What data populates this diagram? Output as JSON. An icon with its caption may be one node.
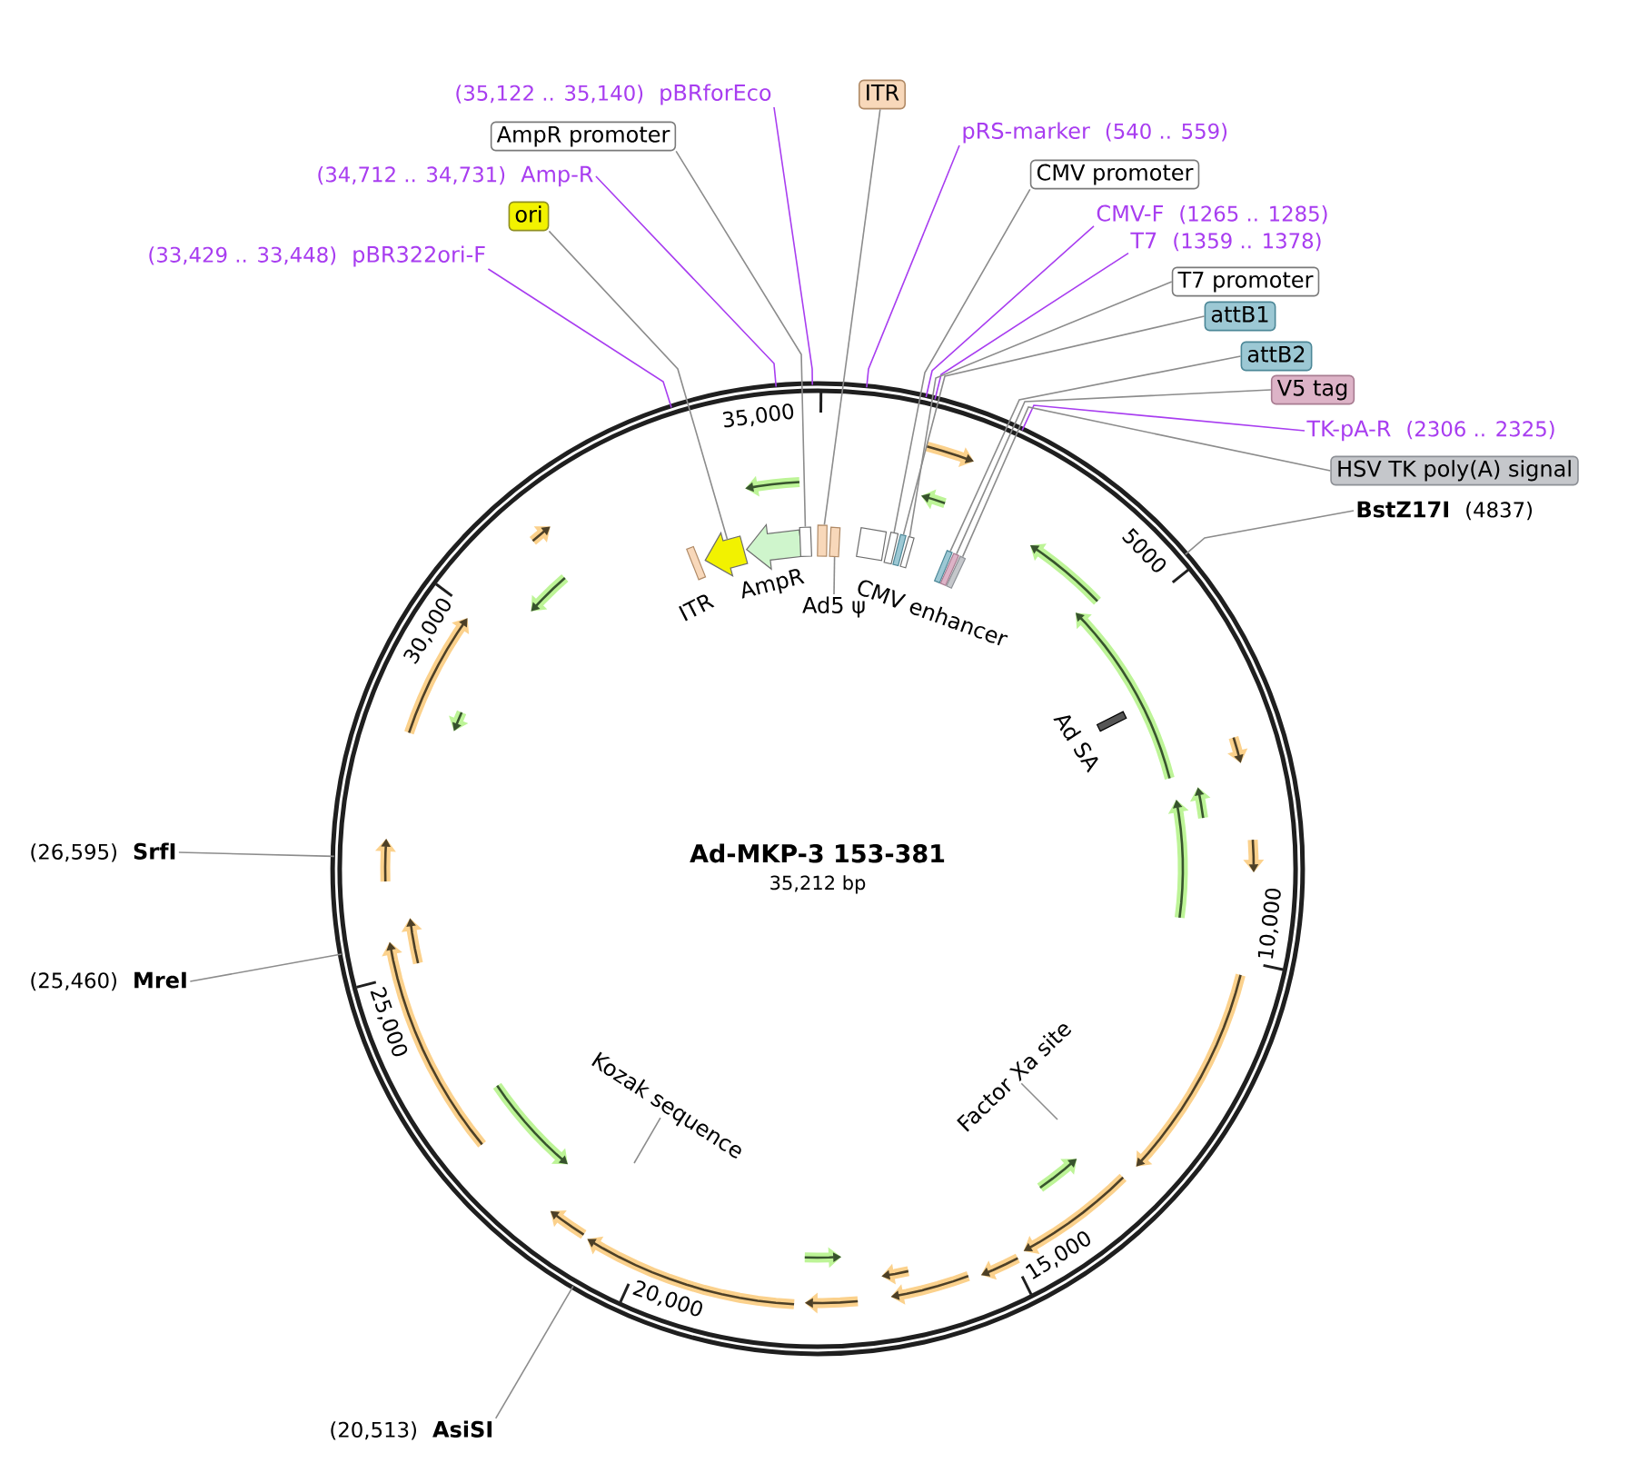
{
  "diagram": {
    "nodes": [
      {
        "text": [
          "Ad-MKP-3 153-381",
          "35,212 bp"
        ]
      },
      {
        "text": [
          "(35,122 .. 35,140)",
          "pBRforEco"
        ]
      },
      {
        "text": [
          "ITR"
        ]
      },
      {
        "text": [
          "AmpR promoter"
        ]
      },
      {
        "text": [
          "pRS-marker",
          "(540 .. 559)"
        ]
      },
      {
        "text": [
          "CMV promoter"
        ]
      },
      {
        "text": [
          "(34,712 .. 34,731)",
          "Amp-R"
        ]
      },
      {
        "text": [
          "CMV-F",
          "(1265 .. 1285)"
        ]
      },
      {
        "text": [
          "ori"
        ]
      },
      {
        "text": [
          "T7",
          "(1359 .. 1378)"
        ]
      },
      {
        "text": [
          "(33,429 .. 33,448)",
          "pBR322ori-F"
        ]
      },
      {
        "text": [
          "T7 promoter"
        ]
      },
      {
        "text": [
          "attB1"
        ]
      },
      {
        "text": [
          "attB2"
        ]
      },
      {
        "text": [
          "V5 tag"
        ]
      },
      {
        "text": [
          "TK-pA-R",
          "(2306 .. 2325)"
        ]
      },
      {
        "text": [
          "HSV TK poly(A) signal"
        ]
      },
      {
        "text": [
          "BstZ17I",
          "(4837)"
        ]
      },
      {
        "text": [
          "ITR"
        ],
        "in": 0
      },
      {
        "text": [],
        "shape": "arrow",
        "in": 0
      },
      {
        "text": [
          "AmpR"
        ],
        "in": 0
      },
      {
        "text": [],
        "shape": "box",
        "in": 0
      },
      {
        "text": [],
        "shape": "box",
        "in": 0
      },
      {
        "text": [],
        "shape": "box",
        "in": 0
      },
      {
        "text": [
          "CMV enhancer"
        ],
        "in": 0
      },
      {
        "text": [],
        "shape": "box",
        "in": 0
      },
      {
        "text": [],
        "shape": "box",
        "in": 0
      },
      {
        "text": [],
        "shape": "box",
        "in": 0
      },
      {
        "text": [],
        "shape": "box",
        "in": 0
      },
      {
        "text": [],
        "shape": "box",
        "in": 0
      },
      {
        "text": [],
        "shape": "box",
        "in": 0
      },
      {
        "text": [
          "Ad5 ψ"
        ],
        "in": 0
      },
      {
        "text": [
          "Ad SA"
        ],
        "in": 0
      },
      {
        "text": [
          "Kozak sequence"
        ],
        "in": 0
      },
      {
        "text": [
          "Factor Xa site"
        ],
        "in": 0
      },
      {
        "text": [
          "(26,595)",
          "SrfI"
        ]
      },
      {
        "text": [
          "(25,460)",
          "MreI"
        ]
      },
      {
        "text": [
          "(20,513)",
          "AsiSI"
        ]
      }
    ],
    "edges": [
      {
        "from": 1,
        "to": 0,
        "arrow": "none",
        "color": "#a83df0"
      },
      {
        "from": 2,
        "to": 22,
        "arrow": "none"
      },
      {
        "from": 3,
        "to": 21,
        "arrow": "none"
      },
      {
        "from": 4,
        "to": 0,
        "arrow": "none",
        "color": "#a83df0"
      },
      {
        "from": 5,
        "to": 25,
        "arrow": "none"
      },
      {
        "from": 6,
        "to": 0,
        "arrow": "none",
        "color": "#a83df0"
      },
      {
        "from": 7,
        "to": 0,
        "arrow": "none",
        "color": "#a83df0"
      },
      {
        "from": 8,
        "to": 19,
        "arrow": "none"
      },
      {
        "from": 9,
        "to": 0,
        "arrow": "none",
        "color": "#a83df0"
      },
      {
        "from": 10,
        "to": 0,
        "arrow": "none",
        "color": "#a83df0"
      },
      {
        "from": 11,
        "to": 27,
        "arrow": "none"
      },
      {
        "from": 12,
        "to": 26,
        "arrow": "none"
      },
      {
        "from": 13,
        "to": 28,
        "arrow": "none"
      },
      {
        "from": 14,
        "to": 29,
        "arrow": "none"
      },
      {
        "from": 15,
        "to": 0,
        "arrow": "none",
        "color": "#a83df0"
      },
      {
        "from": 16,
        "to": 30,
        "arrow": "none"
      },
      {
        "from": 17,
        "to": 0,
        "arrow": "none"
      },
      {
        "from": 31,
        "to": 23,
        "arrow": "none"
      },
      {
        "from": 33,
        "to": null,
        "arrow": "none"
      },
      {
        "from": 34,
        "to": null,
        "arrow": "none"
      },
      {
        "from": 35,
        "to": 0,
        "arrow": "none"
      },
      {
        "from": 36,
        "to": 0,
        "arrow": "none"
      },
      {
        "from": 37,
        "to": 0,
        "arrow": "none"
      }
    ],
    "labels": [
      "35,000",
      "5000",
      "10,000",
      "15,000",
      "20,000",
      "25,000",
      "30,000"
    ]
  }
}
